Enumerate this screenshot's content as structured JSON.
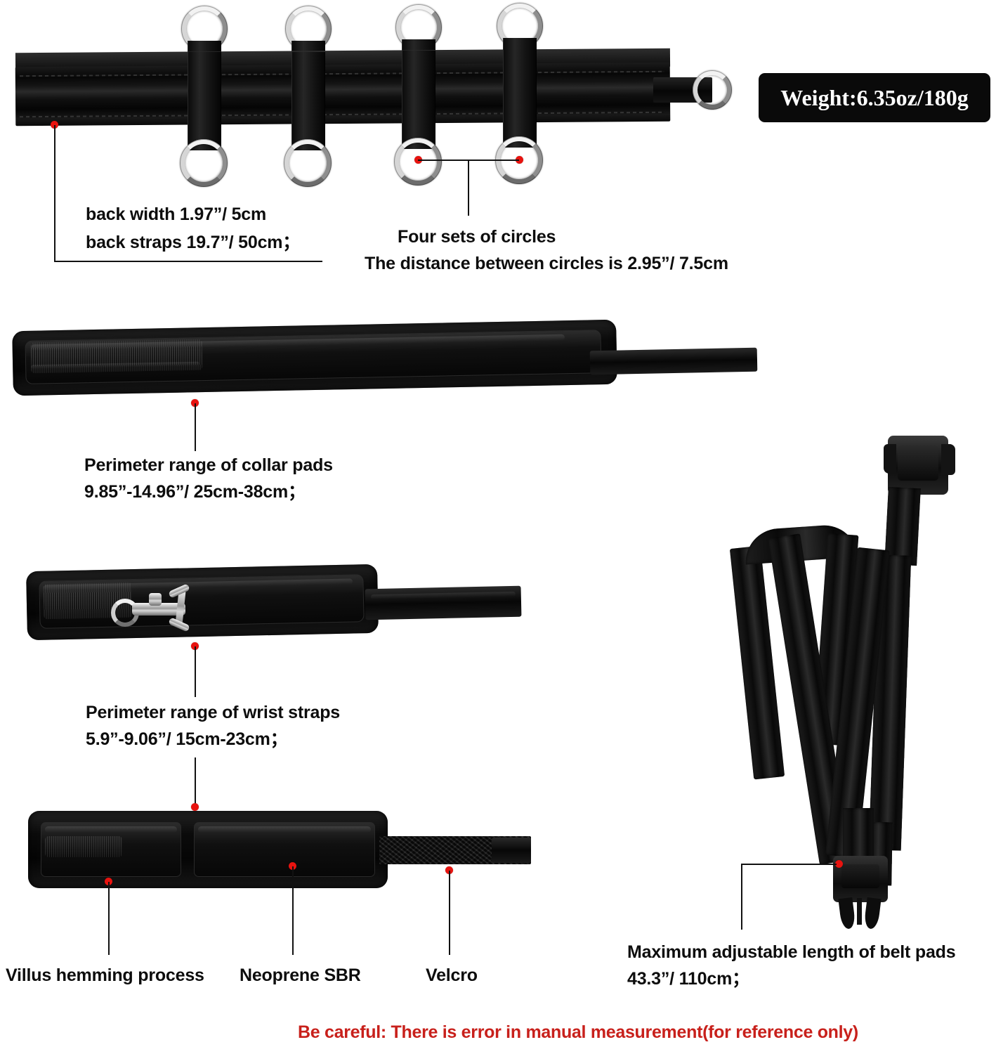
{
  "badge": {
    "label": "Weight:6.35oz/180g",
    "bg": "#0a0a0a",
    "text_color": "#ffffff"
  },
  "accent": {
    "dot_color": "#e8130f",
    "line_color": "#111111",
    "warning_color": "#c8201b"
  },
  "callouts": {
    "back_width": "back width 1.97”/ 5cm",
    "back_straps": "back straps 19.7”/ 50cm；",
    "four_sets": "Four sets of circles",
    "circle_distance": "The distance between circles is 2.95”/ 7.5cm",
    "collar_title": "Perimeter range of collar pads",
    "collar_range": "9.85”-14.96”/ 25cm-38cm；",
    "wrist_title": "Perimeter range of wrist straps",
    "wrist_range": "5.9”-9.06”/ 15cm-23cm；",
    "villus": "Villus hemming process",
    "neoprene": "Neoprene SBR",
    "velcro": "Velcro",
    "belt_title": "Maximum adjustable length of belt pads",
    "belt_range": "43.3”/ 110cm；"
  },
  "warning": "Be careful: There is error in manual measurement(for reference only)",
  "products": [
    {
      "name": "back-strap-with-rings",
      "ring_sets": 4
    },
    {
      "name": "collar-pad"
    },
    {
      "name": "wrist-strap-with-snap-hook"
    },
    {
      "name": "cuff-pad-with-velcro"
    },
    {
      "name": "adjustable-belt-with-buckle"
    }
  ]
}
